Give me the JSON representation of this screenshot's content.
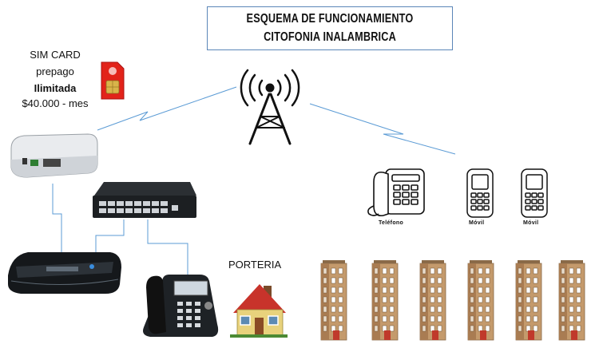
{
  "title": {
    "line1": "ESQUEMA DE FUNCIONAMIENTO",
    "line2": "CITOFONIA INALAMBRICA"
  },
  "sim": {
    "label": "SIM CARD",
    "plan": "prepago",
    "type": "Ilimitada",
    "price": "$40.000  - mes"
  },
  "devices": {
    "porteria_label": "PORTERIA",
    "telefono_label": "Teléfono",
    "movil_label_1": "Móvil",
    "movil_label_2": "Móvil"
  },
  "colors": {
    "link_line": "#5b9bd5",
    "title_border": "#5b86b8",
    "sim_card": "#e2231a",
    "building": "#c49a6c",
    "door": "#c0392b",
    "roof": "#d0312d"
  },
  "icons": [
    "tower-icon",
    "sim-card-icon",
    "gsm-gateway-icon",
    "network-switch-icon",
    "ip-pbx-icon",
    "ip-phone-icon",
    "house-icon",
    "desk-phone-icon",
    "mobile-phone-icon",
    "building-icon"
  ]
}
